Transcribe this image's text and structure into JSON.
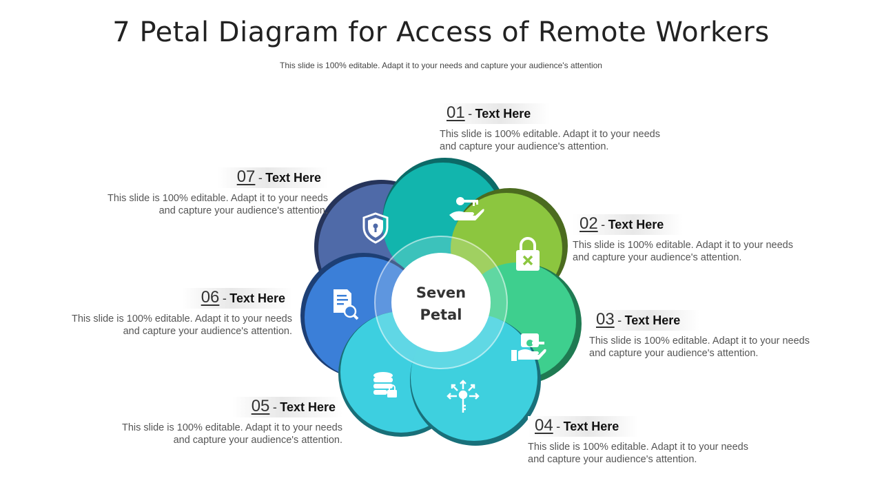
{
  "title": "7 Petal Diagram for Access of Remote Workers",
  "subtitle": "This slide is 100% editable. Adapt it to your needs and capture your audience's attention",
  "center": {
    "line1": "Seven",
    "line2": "Petal"
  },
  "petals": [
    {
      "num": "01",
      "heading": "Text Here",
      "desc1": "This slide is 100% editable. Adapt it to your needs",
      "desc2": "and capture your audience's attention.",
      "color": "#12b5ad",
      "dark": "#0c6a67",
      "icon": "hand-key-icon"
    },
    {
      "num": "02",
      "heading": "Text Here",
      "desc1": "This slide is 100% editable. Adapt it to your needs",
      "desc2": "and capture your audience's attention.",
      "color": "#8cc63f",
      "dark": "#4b6b1f",
      "icon": "padlock-x-icon"
    },
    {
      "num": "03",
      "heading": "Text Here",
      "desc1": "This slide is 100% editable. Adapt it to your needs",
      "desc2": "and capture your audience's attention.",
      "color": "#3ecf8e",
      "dark": "#1f7a52",
      "icon": "hand-card-key-icon"
    },
    {
      "num": "04",
      "heading": "Text Here",
      "desc1": "This slide is 100% editable. Adapt it to your needs",
      "desc2": "and capture your audience's attention.",
      "color": "#3ed0de",
      "dark": "#19707a",
      "icon": "key-arrows-icon"
    },
    {
      "num": "05",
      "heading": "Text Here",
      "desc1": "This slide is 100% editable. Adapt it to your needs",
      "desc2": "and capture your audience's attention.",
      "color": "#3dcfe0",
      "dark": "#196f78",
      "icon": "database-lock-icon"
    },
    {
      "num": "06",
      "heading": "Text Here",
      "desc1": "This slide is 100% editable. Adapt it to your needs",
      "desc2": "and capture your audience's attention.",
      "color": "#3b7fd8",
      "dark": "#1d3f75",
      "icon": "document-search-icon"
    },
    {
      "num": "07",
      "heading": "Text Here",
      "desc1": "This slide is 100% editable. Adapt it to your needs",
      "desc2": "and capture your audience's attention.",
      "color": "#4f6aa8",
      "dark": "#26345a",
      "icon": "shield-lock-icon"
    }
  ]
}
